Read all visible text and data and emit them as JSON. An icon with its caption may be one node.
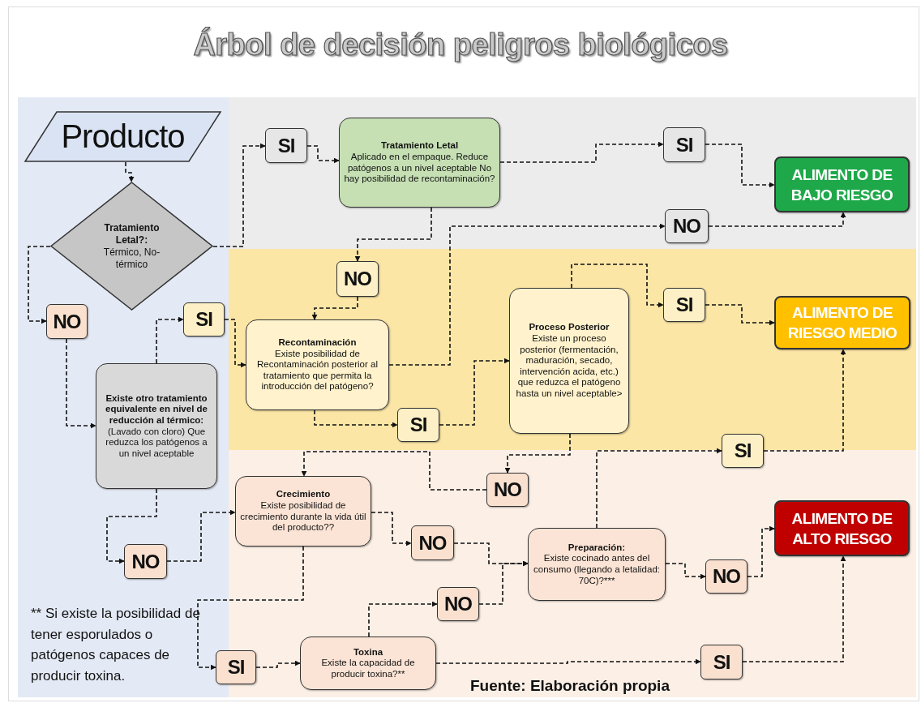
{
  "diagram": {
    "title": "Árbol de decisión peligros biológicos",
    "nodes": [
      {
        "text": [
          "Producto"
        ]
      },
      {
        "text": [
          "Tratamiento Letal?:",
          "Térmico, No-térmico"
        ]
      },
      {
        "text": [
          "SI"
        ]
      },
      {
        "text": [
          "Tratamiento Letal",
          "Aplicado en el empaque. Reduce patógenos a un nivel aceptable No hay posibilidad de recontaminación?"
        ]
      },
      {
        "text": [
          "SI"
        ]
      },
      {
        "text": [
          "ALIMENTO DE BAJO RIESGO"
        ]
      },
      {
        "text": [
          "NO"
        ]
      },
      {
        "text": [
          "NO"
        ]
      },
      {
        "text": [
          "SI"
        ]
      },
      {
        "text": [
          "NO"
        ]
      },
      {
        "text": [
          "Recontaminación",
          "Existe posibilidad de Recontaminación posterior al tratamiento que permita la introducción del patógeno?"
        ]
      },
      {
        "text": [
          "Proceso Posterior",
          "Existe un proceso posterior (fermentación, maduración, secado, intervención acida, etc.) que reduzca el patógeno hasta un nivel aceptable>"
        ]
      },
      {
        "text": [
          "SI"
        ]
      },
      {
        "text": [
          "ALIMENTO DE RIESGO MEDIO"
        ]
      },
      {
        "text": [
          "Existe otro tratamiento equivalente en nivel de reducción al térmico:",
          "(Lavado con cloro) Que reduzca los patógenos a un nivel aceptable"
        ]
      },
      {
        "text": [
          "SI"
        ]
      },
      {
        "text": [
          "SI"
        ]
      },
      {
        "text": [
          "NO"
        ]
      },
      {
        "text": [
          "Crecimiento",
          "Existe posibilidad de crecimiento durante la vida útil del producto??"
        ]
      },
      {
        "text": [
          "NO"
        ]
      },
      {
        "text": [
          "NO"
        ]
      },
      {
        "text": [
          "ALIMENTO DE ALTO RIESGO"
        ]
      },
      {
        "text": [
          "Preparación:",
          "Existe cocinado antes del consumo (llegando a letalidad: 70C)?***"
        ]
      },
      {
        "text": [
          "NO"
        ]
      },
      {
        "text": [
          "NO"
        ]
      },
      {
        "text": [
          "SI"
        ]
      },
      {
        "text": [
          "Toxina",
          "Existe la capacidad de producir toxina?**"
        ]
      },
      {
        "text": [
          "SI"
        ]
      }
    ],
    "edges": [
      {
        "from": 0,
        "to": 1,
        "arrow": "to"
      },
      {
        "from": 1,
        "to": 2,
        "arrow": "to"
      },
      {
        "from": 2,
        "to": 3,
        "arrow": "to"
      },
      {
        "from": 3,
        "to": 4,
        "arrow": "to"
      },
      {
        "from": 4,
        "to": 5,
        "arrow": "to"
      },
      {
        "from": 3,
        "to": 9,
        "arrow": "to"
      },
      {
        "from": 1,
        "to": 7,
        "arrow": "to"
      },
      {
        "from": 7,
        "to": 14,
        "arrow": "to"
      },
      {
        "from": 14,
        "to": 8,
        "arrow": "to"
      },
      {
        "from": 8,
        "to": 10,
        "arrow": "to"
      },
      {
        "from": 9,
        "to": 10,
        "arrow": "to"
      },
      {
        "from": 10,
        "to": 6,
        "arrow": "to"
      },
      {
        "from": 6,
        "to": 5,
        "arrow": "to"
      },
      {
        "from": 10,
        "to": 15,
        "arrow": "to"
      },
      {
        "from": 15,
        "to": 11,
        "arrow": "to"
      },
      {
        "from": 11,
        "to": 12,
        "arrow": "to"
      },
      {
        "from": 12,
        "to": 13,
        "arrow": "to"
      },
      {
        "from": 11,
        "to": 17,
        "arrow": "to"
      },
      {
        "from": 17,
        "to": 18,
        "arrow": "to"
      },
      {
        "from": 14,
        "to": 19,
        "arrow": "to"
      },
      {
        "from": 19,
        "to": 18,
        "arrow": "to"
      },
      {
        "from": 18,
        "to": 20,
        "arrow": "to"
      },
      {
        "from": 20,
        "to": 22,
        "arrow": "to"
      },
      {
        "from": 22,
        "to": 16,
        "arrow": "to"
      },
      {
        "from": 16,
        "to": 13,
        "arrow": "to"
      },
      {
        "from": 18,
        "to": 25,
        "arrow": "to"
      },
      {
        "from": 25,
        "to": 26,
        "arrow": "to"
      },
      {
        "from": 26,
        "to": 23,
        "arrow": "to"
      },
      {
        "from": 23,
        "to": 22,
        "arrow": "to"
      },
      {
        "from": 22,
        "to": 24,
        "arrow": "to"
      },
      {
        "from": 24,
        "to": 21,
        "arrow": "to"
      },
      {
        "from": 26,
        "to": 27,
        "arrow": "to"
      },
      {
        "from": 27,
        "to": 21,
        "arrow": "to"
      }
    ],
    "labels": [
      "** Si existe la posibilidad de tener esporulados o patógenos capaces de producir toxina.",
      "Fuente: Elaboración propia"
    ]
  }
}
